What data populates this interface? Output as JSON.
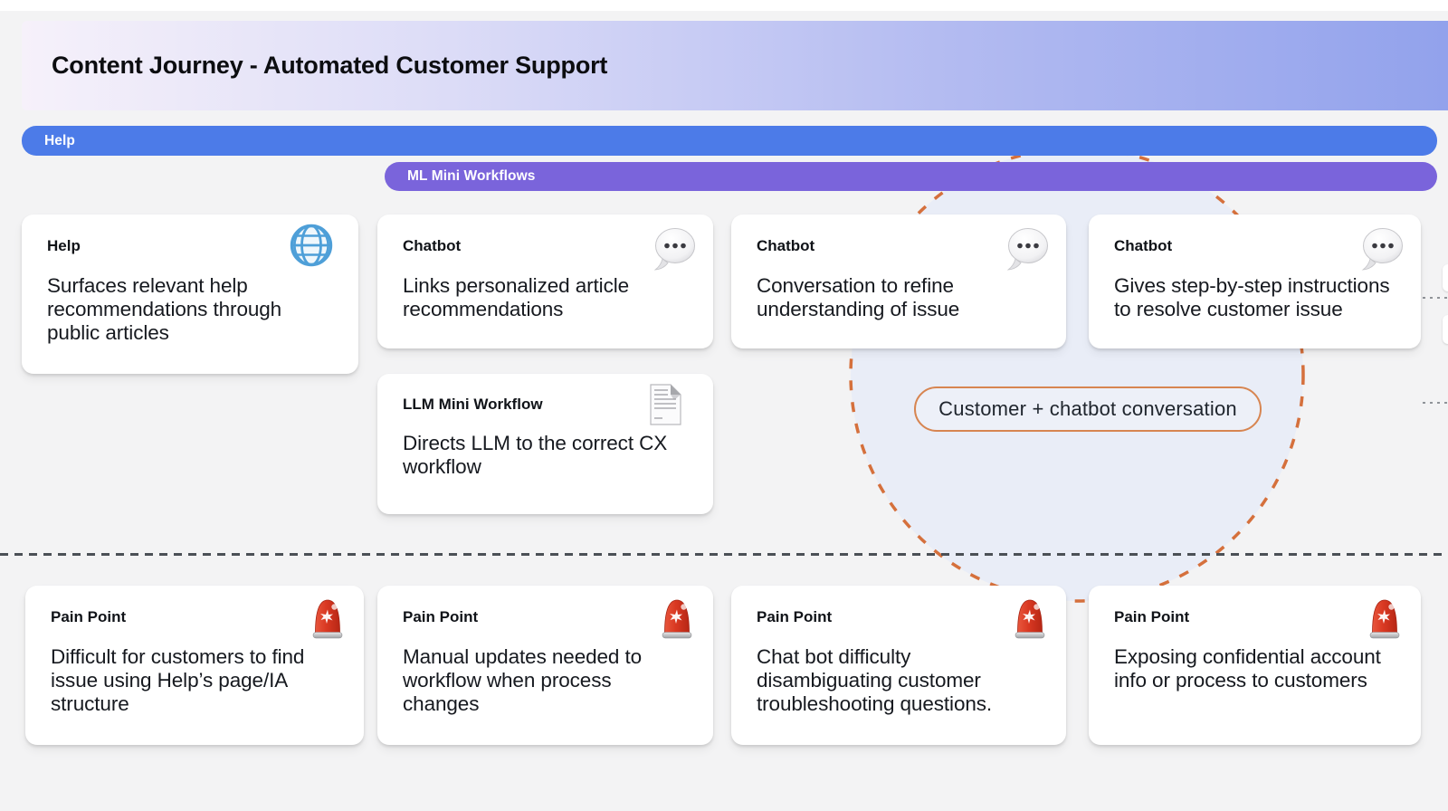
{
  "page": {
    "title": "Content Journey - Automated Customer Support"
  },
  "lanes": {
    "help": {
      "label": "Help",
      "color": "#4C7BE8"
    },
    "ml": {
      "label": "ML Mini Workflows",
      "color": "#7A64DB"
    }
  },
  "annotation": {
    "label": "Customer + chatbot conversation",
    "border_color": "#D78551",
    "fill_color": "#EDF0F8"
  },
  "highlight_circle": {
    "stroke_color": "#D5703C",
    "fill_color": "#E9EDF7",
    "style": "dashed"
  },
  "cards": {
    "workflow": [
      {
        "title": "Help",
        "icon": "globe-emoji",
        "body": "Surfaces relevant help\nrecommendations through\npublic articles"
      },
      {
        "title": "Chatbot",
        "icon": "speech-balloon-emoji",
        "body": "Links personalized article\nrecommendations"
      },
      {
        "title": "Chatbot",
        "icon": "speech-balloon-emoji",
        "body": "Conversation to refine\nunderstanding of issue"
      },
      {
        "title": "Chatbot",
        "icon": "speech-balloon-emoji",
        "body": "Gives step-by-step instructions\nto resolve customer issue"
      }
    ],
    "llm": {
      "title": "LLM Mini Workflow",
      "icon": "page-emoji",
      "body": "Directs LLM to the correct CX\nworkflow"
    },
    "pain": [
      {
        "title": "Pain Point",
        "icon": "siren-emoji",
        "body": "Difficult for customers to find\nissue using Help’s page/IA\nstructure"
      },
      {
        "title": "Pain Point",
        "icon": "siren-emoji",
        "body": "Manual updates needed to\nworkflow when process\nchanges"
      },
      {
        "title": "Pain Point",
        "icon": "siren-emoji",
        "body": "Chat bot difficulty\ndisambiguating customer\ntroubleshooting questions."
      },
      {
        "title": "Pain Point",
        "icon": "siren-emoji",
        "body": "Exposing confidential account\ninfo or process to customers"
      }
    ]
  }
}
